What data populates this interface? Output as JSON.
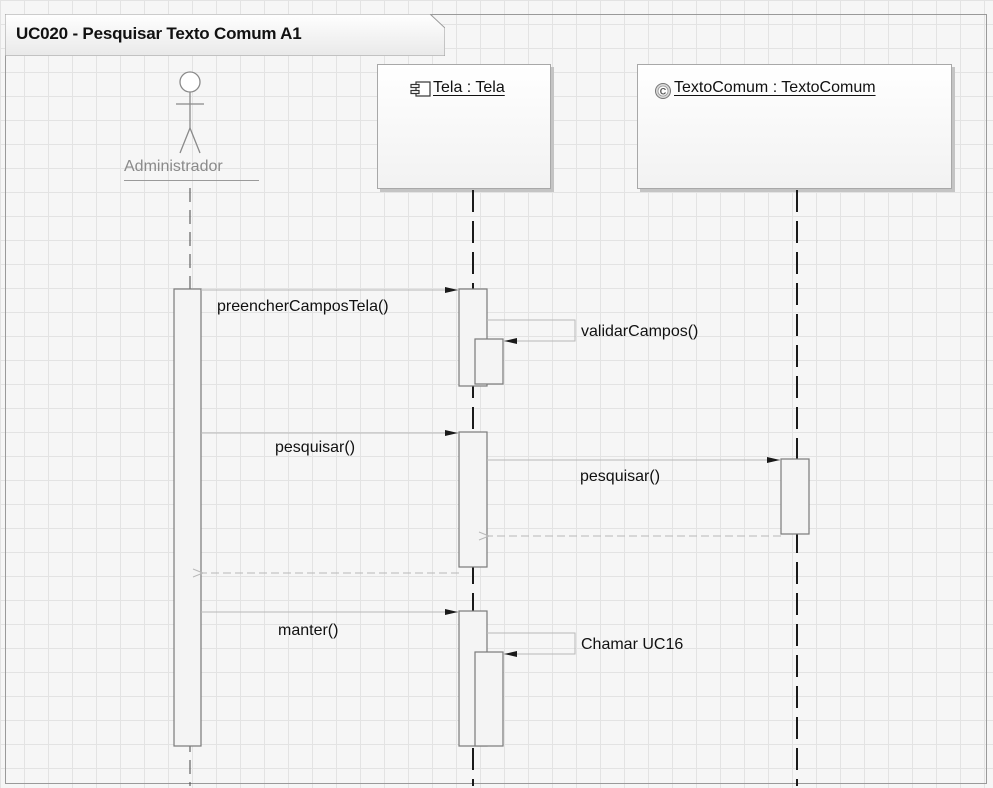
{
  "diagram": {
    "title": "UC020 - Pesquisar Texto Comum A1"
  },
  "lifelines": {
    "actor": {
      "label": "Administrador",
      "icon": "actor-stick-figure-icon"
    },
    "tela": {
      "label": "Tela : Tela",
      "icon": "component-icon"
    },
    "texto": {
      "label": "TextoComum : TextoComum",
      "icon": "class-icon"
    }
  },
  "messages": [
    {
      "label": "preencherCamposTela()",
      "from": "Administrador",
      "to": "Tela : Tela",
      "kind": "sync"
    },
    {
      "label": "validarCampos()",
      "from": "Tela : Tela",
      "to": "Tela : Tela",
      "kind": "self"
    },
    {
      "label": "pesquisar()",
      "from": "Administrador",
      "to": "Tela : Tela",
      "kind": "sync"
    },
    {
      "label": "pesquisar()",
      "from": "Tela : Tela",
      "to": "TextoComum : TextoComum",
      "kind": "sync"
    },
    {
      "label": "",
      "from": "TextoComum : TextoComum",
      "to": "Tela : Tela",
      "kind": "return"
    },
    {
      "label": "",
      "from": "Tela : Tela",
      "to": "Administrador",
      "kind": "return"
    },
    {
      "label": "manter()",
      "from": "Administrador",
      "to": "Tela : Tela",
      "kind": "sync"
    },
    {
      "label": "Chamar UC16",
      "from": "Tela : Tela",
      "to": "Tela : Tela",
      "kind": "self"
    }
  ],
  "colors": {
    "line": "#1a1a1a",
    "message_line": "#b8b8b8",
    "activation_fill": "#f4f4f4",
    "activation_border": "#7a7a7a"
  }
}
